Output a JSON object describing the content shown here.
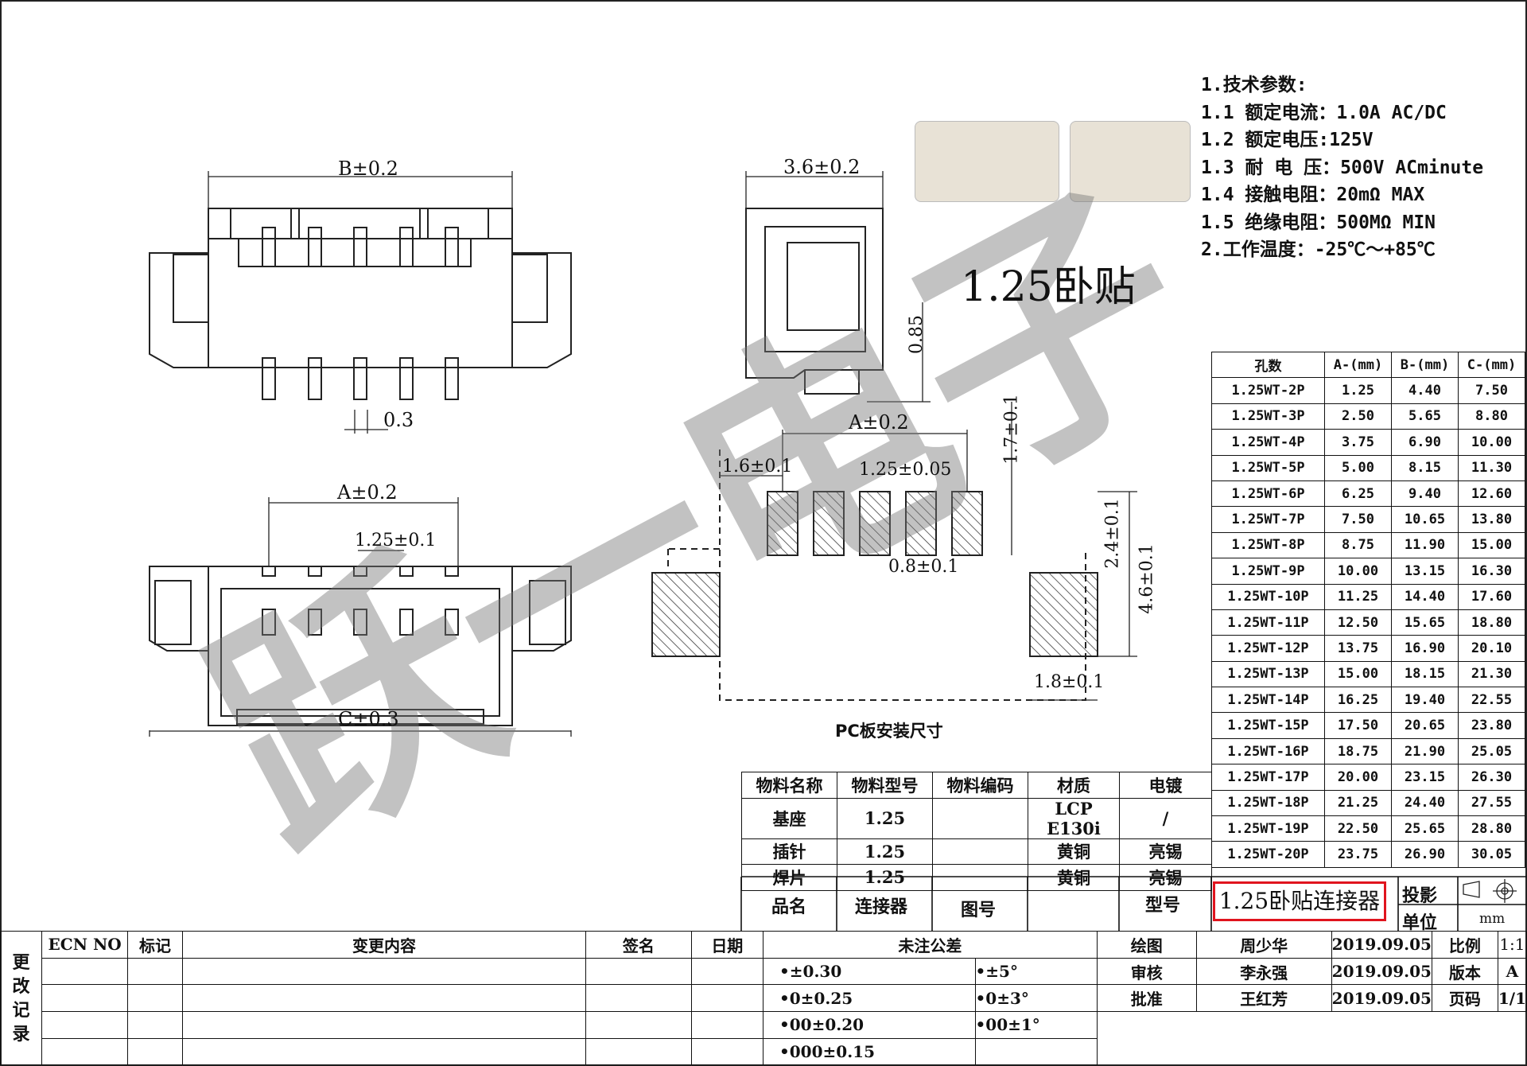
{
  "drawing": {
    "title_big": "1.25卧贴",
    "pcb_caption": "PC板安装尺寸",
    "dims": {
      "b": "B±0.2",
      "a_top": "A±0.2",
      "pitch_front": "1.25±0.1",
      "c": "C±0.3",
      "pin_w": "0.3",
      "side_w": "3.6±0.2",
      "side_h": "0.85",
      "pcb_a": "A±0.2",
      "pcb_1_6": "1.6±0.1",
      "pcb_pitch": "1.25±0.05",
      "pcb_1_7": "1.7±0.1",
      "pcb_2_4": "2.4±0.1",
      "pcb_4_6": "4.6±0.1",
      "pcb_0_8": "0.8±0.1",
      "pcb_1_8": "1.8±0.1"
    },
    "watermark": "跃一电子"
  },
  "specs": [
    "1.技术参数:",
    "1.1 额定电流：1.0A AC/DC",
    "1.2 额定电压:125V",
    "1.3 耐 电 压：500V ACminute",
    "1.4 接触电阻：20mΩ MAX",
    "1.5 绝缘电阻：500MΩ MIN",
    "2.工作温度：-25℃～+85℃"
  ],
  "pin_table": {
    "headers": [
      "孔数",
      "A-(mm)",
      "B-(mm)",
      "C-(mm)"
    ],
    "rows": [
      [
        "1.25WT-2P",
        "1.25",
        "4.40",
        "7.50"
      ],
      [
        "1.25WT-3P",
        "2.50",
        "5.65",
        "8.80"
      ],
      [
        "1.25WT-4P",
        "3.75",
        "6.90",
        "10.00"
      ],
      [
        "1.25WT-5P",
        "5.00",
        "8.15",
        "11.30"
      ],
      [
        "1.25WT-6P",
        "6.25",
        "9.40",
        "12.60"
      ],
      [
        "1.25WT-7P",
        "7.50",
        "10.65",
        "13.80"
      ],
      [
        "1.25WT-8P",
        "8.75",
        "11.90",
        "15.00"
      ],
      [
        "1.25WT-9P",
        "10.00",
        "13.15",
        "16.30"
      ],
      [
        "1.25WT-10P",
        "11.25",
        "14.40",
        "17.60"
      ],
      [
        "1.25WT-11P",
        "12.50",
        "15.65",
        "18.80"
      ],
      [
        "1.25WT-12P",
        "13.75",
        "16.90",
        "20.10"
      ],
      [
        "1.25WT-13P",
        "15.00",
        "18.15",
        "21.30"
      ],
      [
        "1.25WT-14P",
        "16.25",
        "19.40",
        "22.55"
      ],
      [
        "1.25WT-15P",
        "17.50",
        "20.65",
        "23.80"
      ],
      [
        "1.25WT-16P",
        "18.75",
        "21.90",
        "25.05"
      ],
      [
        "1.25WT-17P",
        "20.00",
        "23.15",
        "26.30"
      ],
      [
        "1.25WT-18P",
        "21.25",
        "24.40",
        "27.55"
      ],
      [
        "1.25WT-19P",
        "22.50",
        "25.65",
        "28.80"
      ],
      [
        "1.25WT-20P",
        "23.75",
        "26.90",
        "30.05"
      ]
    ]
  },
  "material_table": {
    "headers": [
      "物料名称",
      "物料型号",
      "物料编码",
      "材质",
      "电镀"
    ],
    "rows": [
      [
        "基座",
        "1.25",
        "",
        "LCP E130i",
        "/"
      ],
      [
        "插针",
        "1.25",
        "",
        "黄铜",
        "亮锡"
      ],
      [
        "焊片",
        "1.25",
        "",
        "黄铜",
        "亮锡"
      ]
    ]
  },
  "product": {
    "name_label": "品名",
    "name_value": "连接器",
    "drawing_no_label": "图号",
    "model_label": "型号",
    "model_value": "1.25卧贴连接器",
    "projection_label": "投影",
    "unit_label": "单位",
    "unit_value": "mm"
  },
  "title_block": {
    "side_label": [
      "更",
      "改",
      "记",
      "录"
    ],
    "headers": [
      "ECN NO",
      "标记",
      "变更内容",
      "签名",
      "日期",
      "未注公差"
    ],
    "tolerances": [
      [
        "•±0.30",
        "•±5°"
      ],
      [
        "•0±0.25",
        "•0±3°"
      ],
      [
        "•00±0.20",
        "•00±1°"
      ],
      [
        "•000±0.15",
        ""
      ]
    ],
    "approvals": [
      {
        "role": "绘图",
        "name": "周少华",
        "date": "2019.09.05",
        "k": "比例",
        "v": "1:1"
      },
      {
        "role": "审核",
        "name": "李永强",
        "date": "2019.09.05",
        "k": "版本",
        "v": "A"
      },
      {
        "role": "批准",
        "name": "王红芳",
        "date": "2019.09.05",
        "k": "页码",
        "v": "1/1"
      }
    ]
  }
}
